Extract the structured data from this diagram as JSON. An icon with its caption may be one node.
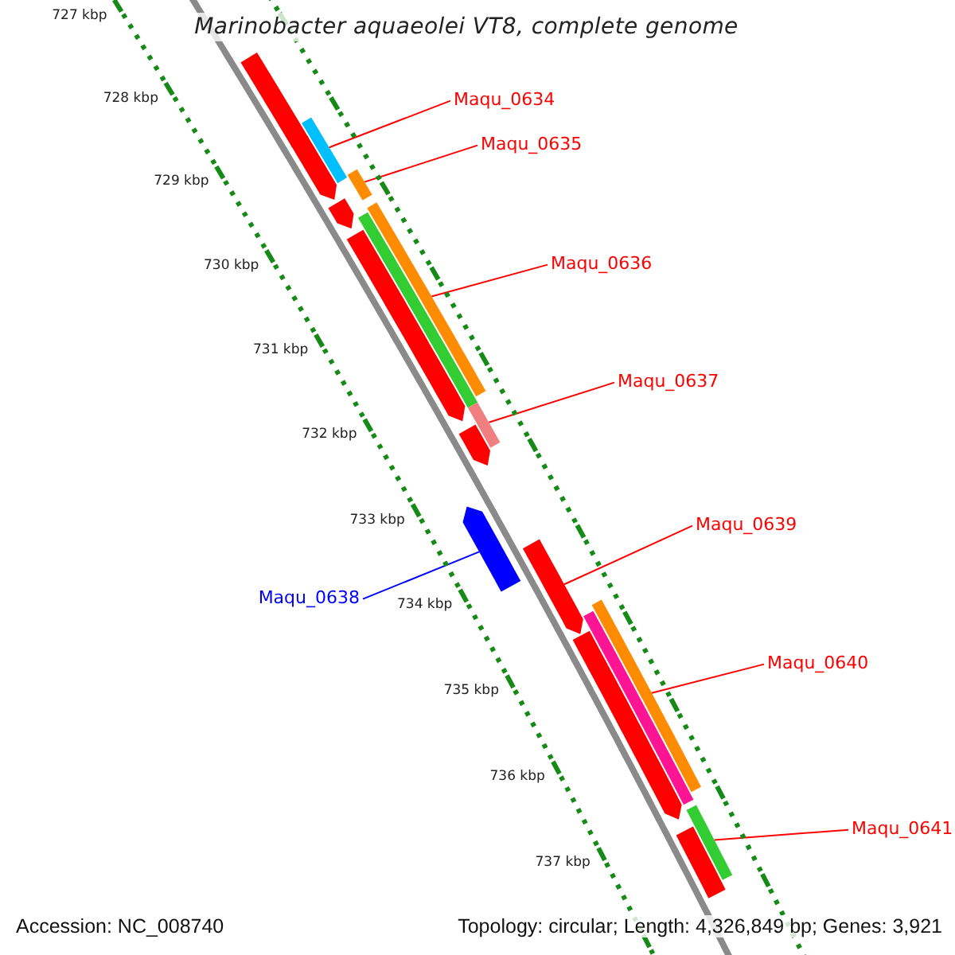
{
  "diagram": {
    "title": "Marinobacter aquaeolei VT8, complete genome",
    "nodes": [
      {
        "text": [
          "Maqu_0634"
        ]
      },
      {
        "text": [
          "Maqu_0635"
        ]
      },
      {
        "text": [
          "Maqu_0636"
        ]
      },
      {
        "text": [
          "Maqu_0637"
        ]
      },
      {
        "text": [
          "Maqu_0638"
        ]
      },
      {
        "text": [
          "Maqu_0639"
        ]
      },
      {
        "text": [
          "Maqu_0640"
        ]
      },
      {
        "text": [
          "Maqu_0641"
        ]
      },
      {
        "text": [],
        "shape": "bar"
      },
      {
        "text": [],
        "shape": "bar"
      },
      {
        "text": [],
        "shape": "bar"
      },
      {
        "text": [],
        "shape": "bar"
      },
      {
        "text": [],
        "shape": "bar"
      },
      {
        "text": [],
        "shape": "bar"
      },
      {
        "text": [],
        "shape": "bar"
      },
      {
        "text": [],
        "shape": "bar"
      },
      {
        "text": [],
        "shape": "bar"
      },
      {
        "text": [],
        "shape": "bar"
      },
      {
        "text": [],
        "shape": "bar"
      },
      {
        "text": [],
        "shape": "bar"
      },
      {
        "text": [],
        "shape": "bar"
      },
      {
        "text": [],
        "shape": "bar"
      },
      {
        "text": [],
        "shape": "bar"
      },
      {
        "text": [],
        "shape": "bar"
      },
      {
        "text": [],
        "shape": "bar"
      }
    ],
    "edges": [
      {
        "from": 0,
        "to": 9,
        "arrow": "none"
      },
      {
        "from": 1,
        "to": 11,
        "arrow": "none"
      },
      {
        "from": 2,
        "to": 13,
        "arrow": "none"
      },
      {
        "from": 3,
        "to": 16,
        "arrow": "none"
      },
      {
        "from": 4,
        "to": 18,
        "arrow": "none",
        "color": "#0000ff"
      },
      {
        "from": 5,
        "to": 19,
        "arrow": "none"
      },
      {
        "from": 6,
        "to": 20,
        "arrow": "none"
      },
      {
        "from": 7,
        "to": 23,
        "arrow": "none"
      }
    ],
    "labels": [
      "727 kbp",
      "728 kbp",
      "729 kbp",
      "730 kbp",
      "731 kbp",
      "732 kbp",
      "733 kbp",
      "734 kbp",
      "735 kbp",
      "736 kbp",
      "737 kbp",
      "Accession: NC_008740",
      "Topology: circular; Length: 4,326,849 bp; Genes: 3,921"
    ]
  }
}
